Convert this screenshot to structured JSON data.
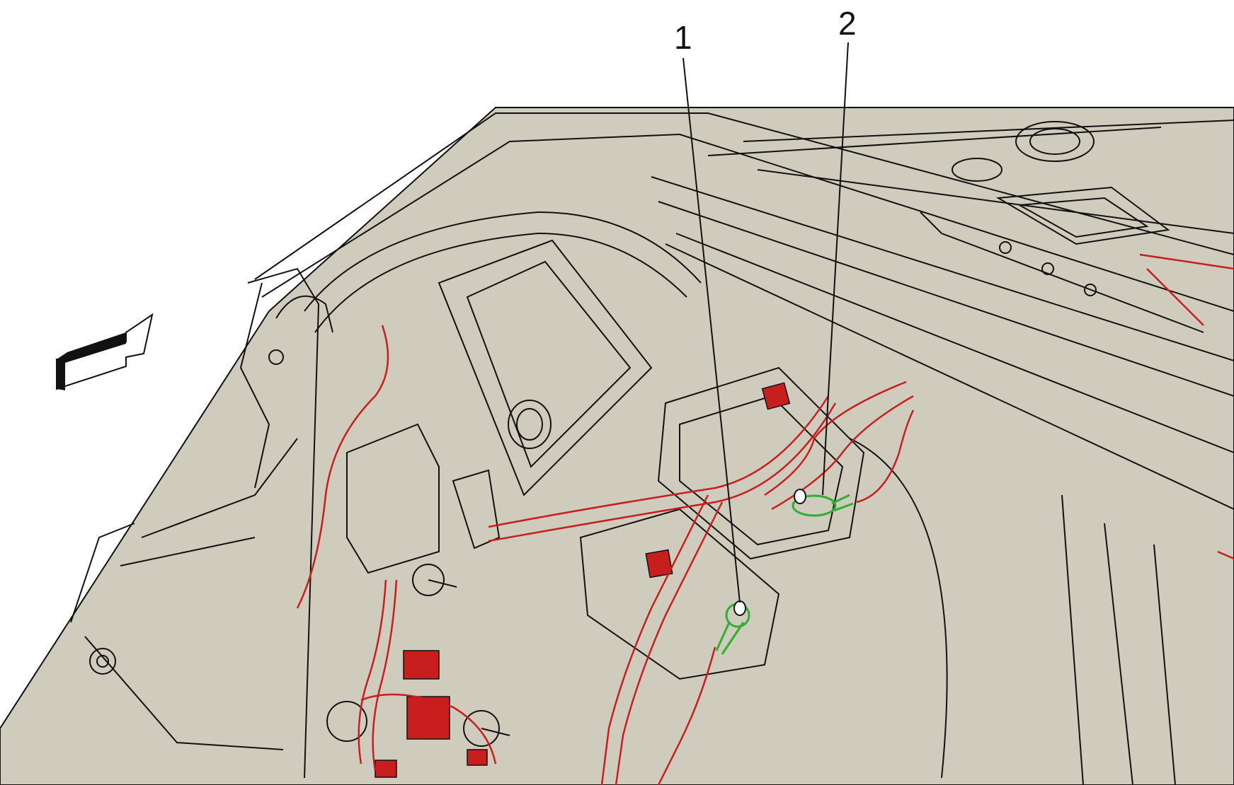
{
  "callouts": [
    {
      "label": "1",
      "part": "ground-stud-lower"
    },
    {
      "label": "2",
      "part": "ground-stud-upper"
    }
  ],
  "colors": {
    "body_fill": "#cfcbbd",
    "outline": "#111111",
    "harness": "#c81e1e",
    "ground_terminal": "#2fae2f",
    "background": "#ffffff"
  },
  "icons": {
    "direction_arrow": "forward-arrow-icon"
  }
}
